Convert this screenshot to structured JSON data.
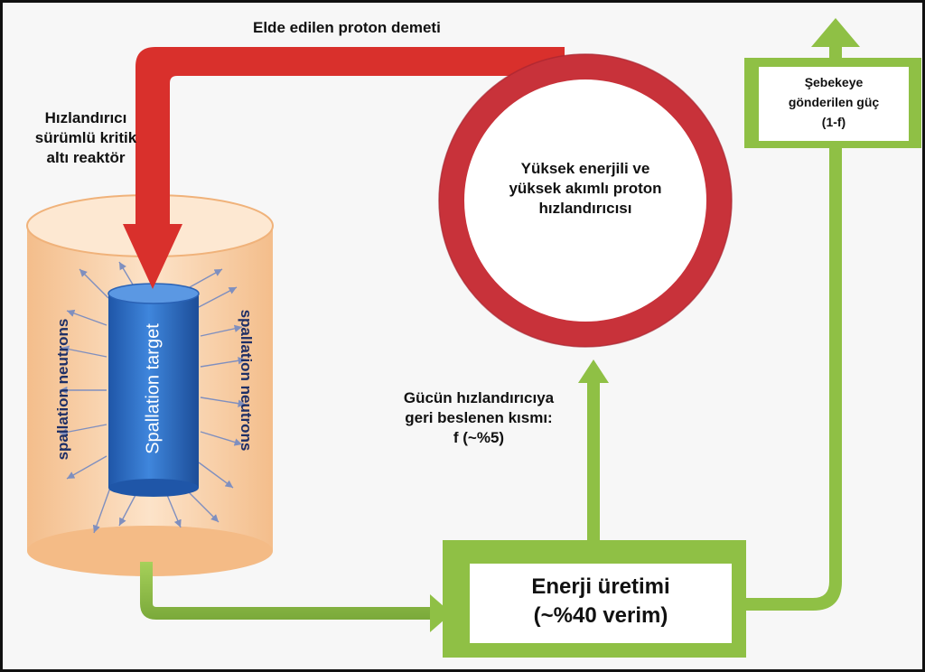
{
  "labels": {
    "beam": "Elde edilen proton demeti",
    "reactor": [
      "Hızlandırıcı",
      "sürümlü kritik",
      "altı reaktör"
    ],
    "target": "Spallation target",
    "neutrons_left": "spallation neutrons",
    "neutrons_right": "spallation neutrons",
    "accelerator": [
      "Yüksek enerjili ve",
      "yüksek akımlı proton",
      "hızlandırıcısı"
    ],
    "feedback": [
      "Gücün hızlandırıcıya",
      "geri beslenen kısmı:",
      "f  (~%5)"
    ],
    "energy": [
      "Enerji üretimi",
      "(~%40 verim)"
    ],
    "grid": [
      "Şebekeye",
      "gönderilen güç",
      "(1-f)"
    ]
  },
  "colors": {
    "beam_red": "#d9302c",
    "ring_red": "#c8323a",
    "flow_green": "#8fc045",
    "target_blue": "#2e6fc4",
    "vessel_orange": "#f6c79a"
  }
}
